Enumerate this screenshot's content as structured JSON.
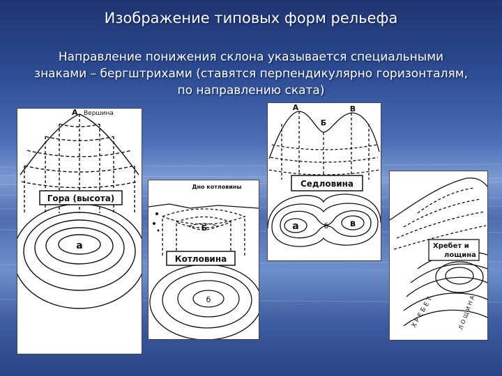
{
  "slide": {
    "title": "Изображение типовых форм рельефа",
    "subtitle_lines": [
      "Направление понижения склона указывается специальными",
      "знаками – бергштрихами (ставятся перпендикулярно горизонталям,",
      "по направлению ската)"
    ]
  },
  "panels": {
    "mountain": {
      "top_letter": "А",
      "top_label": "Вершина",
      "box_label": "Гора (высота)",
      "center_letter": "а"
    },
    "basin": {
      "top_label": "Дно котловины",
      "top_letter": "Б",
      "box_label": "Котловина",
      "center_letter": "б"
    },
    "saddle": {
      "letter_a": "А",
      "letter_b": "Б",
      "letter_v": "В",
      "box_label": "Седловина",
      "center_a": "а",
      "center_b": "б",
      "center_v": "в"
    },
    "ridge": {
      "box_label_line1": "Хребет и",
      "box_label_line2": "лощина",
      "side_text": "Х Р Е Б Е Т",
      "valley_text": "Л О Щ И Н А"
    }
  }
}
